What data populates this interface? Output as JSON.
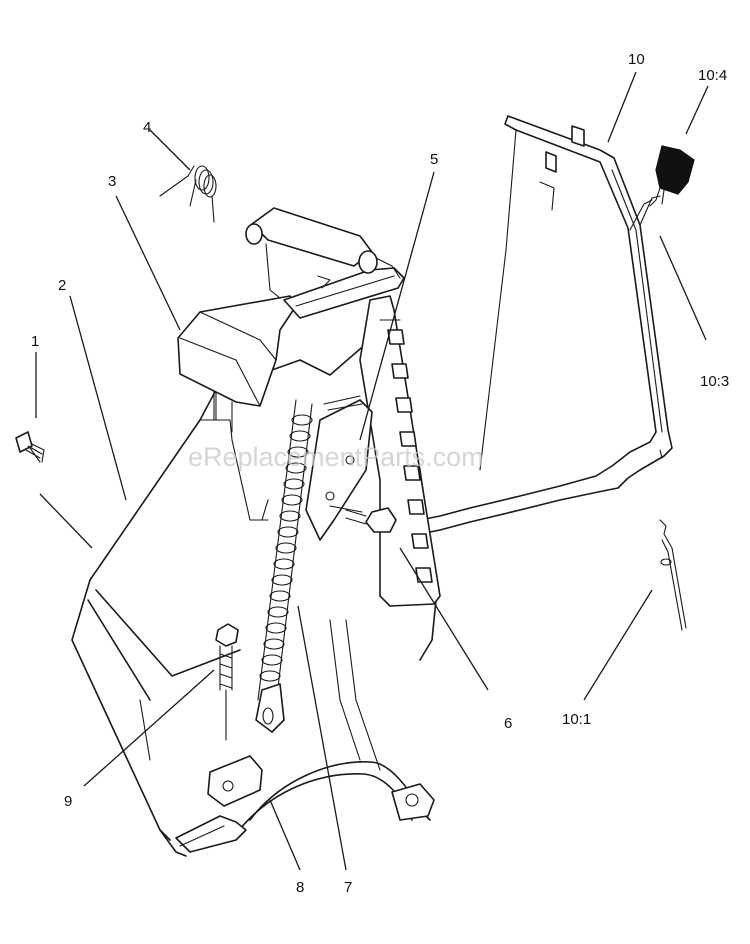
{
  "watermark": "eReplacementParts.com",
  "callouts": {
    "c1": "1",
    "c2": "2",
    "c3": "3",
    "c4": "4",
    "c5": "5",
    "c6": "6",
    "c7": "7",
    "c8": "8",
    "c9": "9",
    "c10": "10",
    "c10_1": "10:1",
    "c10_3": "10:3",
    "c10_4": "10:4"
  }
}
